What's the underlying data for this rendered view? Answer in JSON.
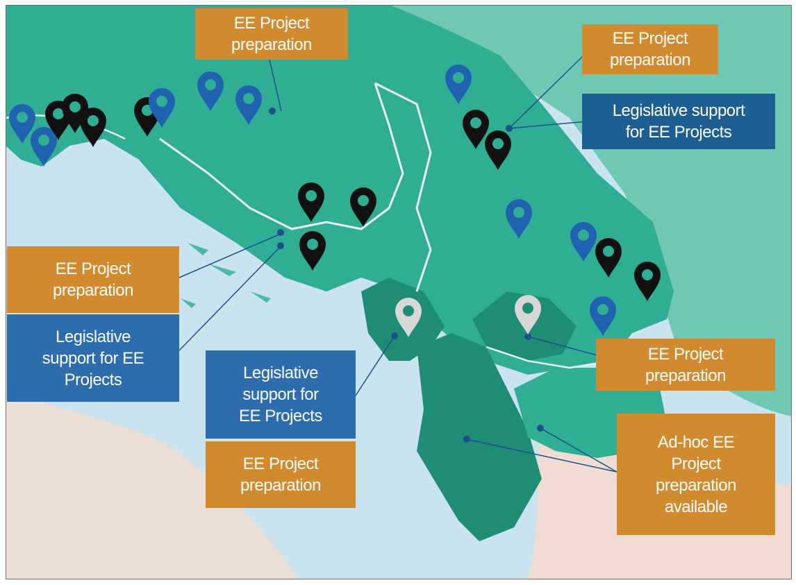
{
  "colors": {
    "sea": "#c9e3ef",
    "land_neighbor": "#f0dcd2",
    "region_main": "#2fae93",
    "region_dark": "#1f8c76",
    "region_right": "#6fc8b3",
    "label_orange": "#d28a2f",
    "label_blue": "#2d6cad",
    "label_navy": "#1d5f92",
    "pin_blue": "#1f63b0",
    "pin_black": "#111111",
    "pin_gray": "#d7d7d7",
    "leader_line": "#1d4f8a"
  },
  "labels": {
    "top_center": "EE Project\npreparation",
    "top_right_orange": "EE Project\npreparation",
    "top_right_blue": "Legislative support\nfor EE Projects",
    "left_orange": "EE Project\npreparation",
    "left_blue": "Legislative\nsupport for EE\nProjects",
    "center_blue": "Legislative\nsupport for\nEE Projects",
    "center_orange": "EE Project\npreparation",
    "right_middle_orange": "EE Project\npreparation",
    "bottom_right_orange": "Ad-hoc EE\nProject\npreparation\navailable"
  },
  "pins": [
    {
      "color": "blue",
      "icon": "map-pin-icon"
    },
    {
      "color": "blue",
      "icon": "map-pin-icon"
    },
    {
      "color": "black",
      "icon": "map-pin-icon"
    },
    {
      "color": "black",
      "icon": "map-pin-icon"
    },
    {
      "color": "black",
      "icon": "map-pin-icon"
    },
    {
      "color": "black",
      "icon": "map-pin-icon"
    },
    {
      "color": "blue",
      "icon": "map-pin-icon"
    },
    {
      "color": "blue",
      "icon": "map-pin-icon"
    },
    {
      "color": "blue",
      "icon": "map-pin-icon"
    },
    {
      "color": "blue",
      "icon": "map-pin-icon"
    },
    {
      "color": "black",
      "icon": "map-pin-icon"
    },
    {
      "color": "black",
      "icon": "map-pin-icon"
    },
    {
      "color": "black",
      "icon": "map-pin-icon"
    },
    {
      "color": "black",
      "icon": "map-pin-icon"
    },
    {
      "color": "black",
      "icon": "map-pin-icon"
    },
    {
      "color": "blue",
      "icon": "map-pin-icon"
    },
    {
      "color": "blue",
      "icon": "map-pin-icon"
    },
    {
      "color": "black",
      "icon": "map-pin-icon"
    },
    {
      "color": "black",
      "icon": "map-pin-icon"
    },
    {
      "color": "blue",
      "icon": "map-pin-icon"
    },
    {
      "color": "gray",
      "icon": "map-pin-icon"
    },
    {
      "color": "gray",
      "icon": "map-pin-icon"
    }
  ]
}
